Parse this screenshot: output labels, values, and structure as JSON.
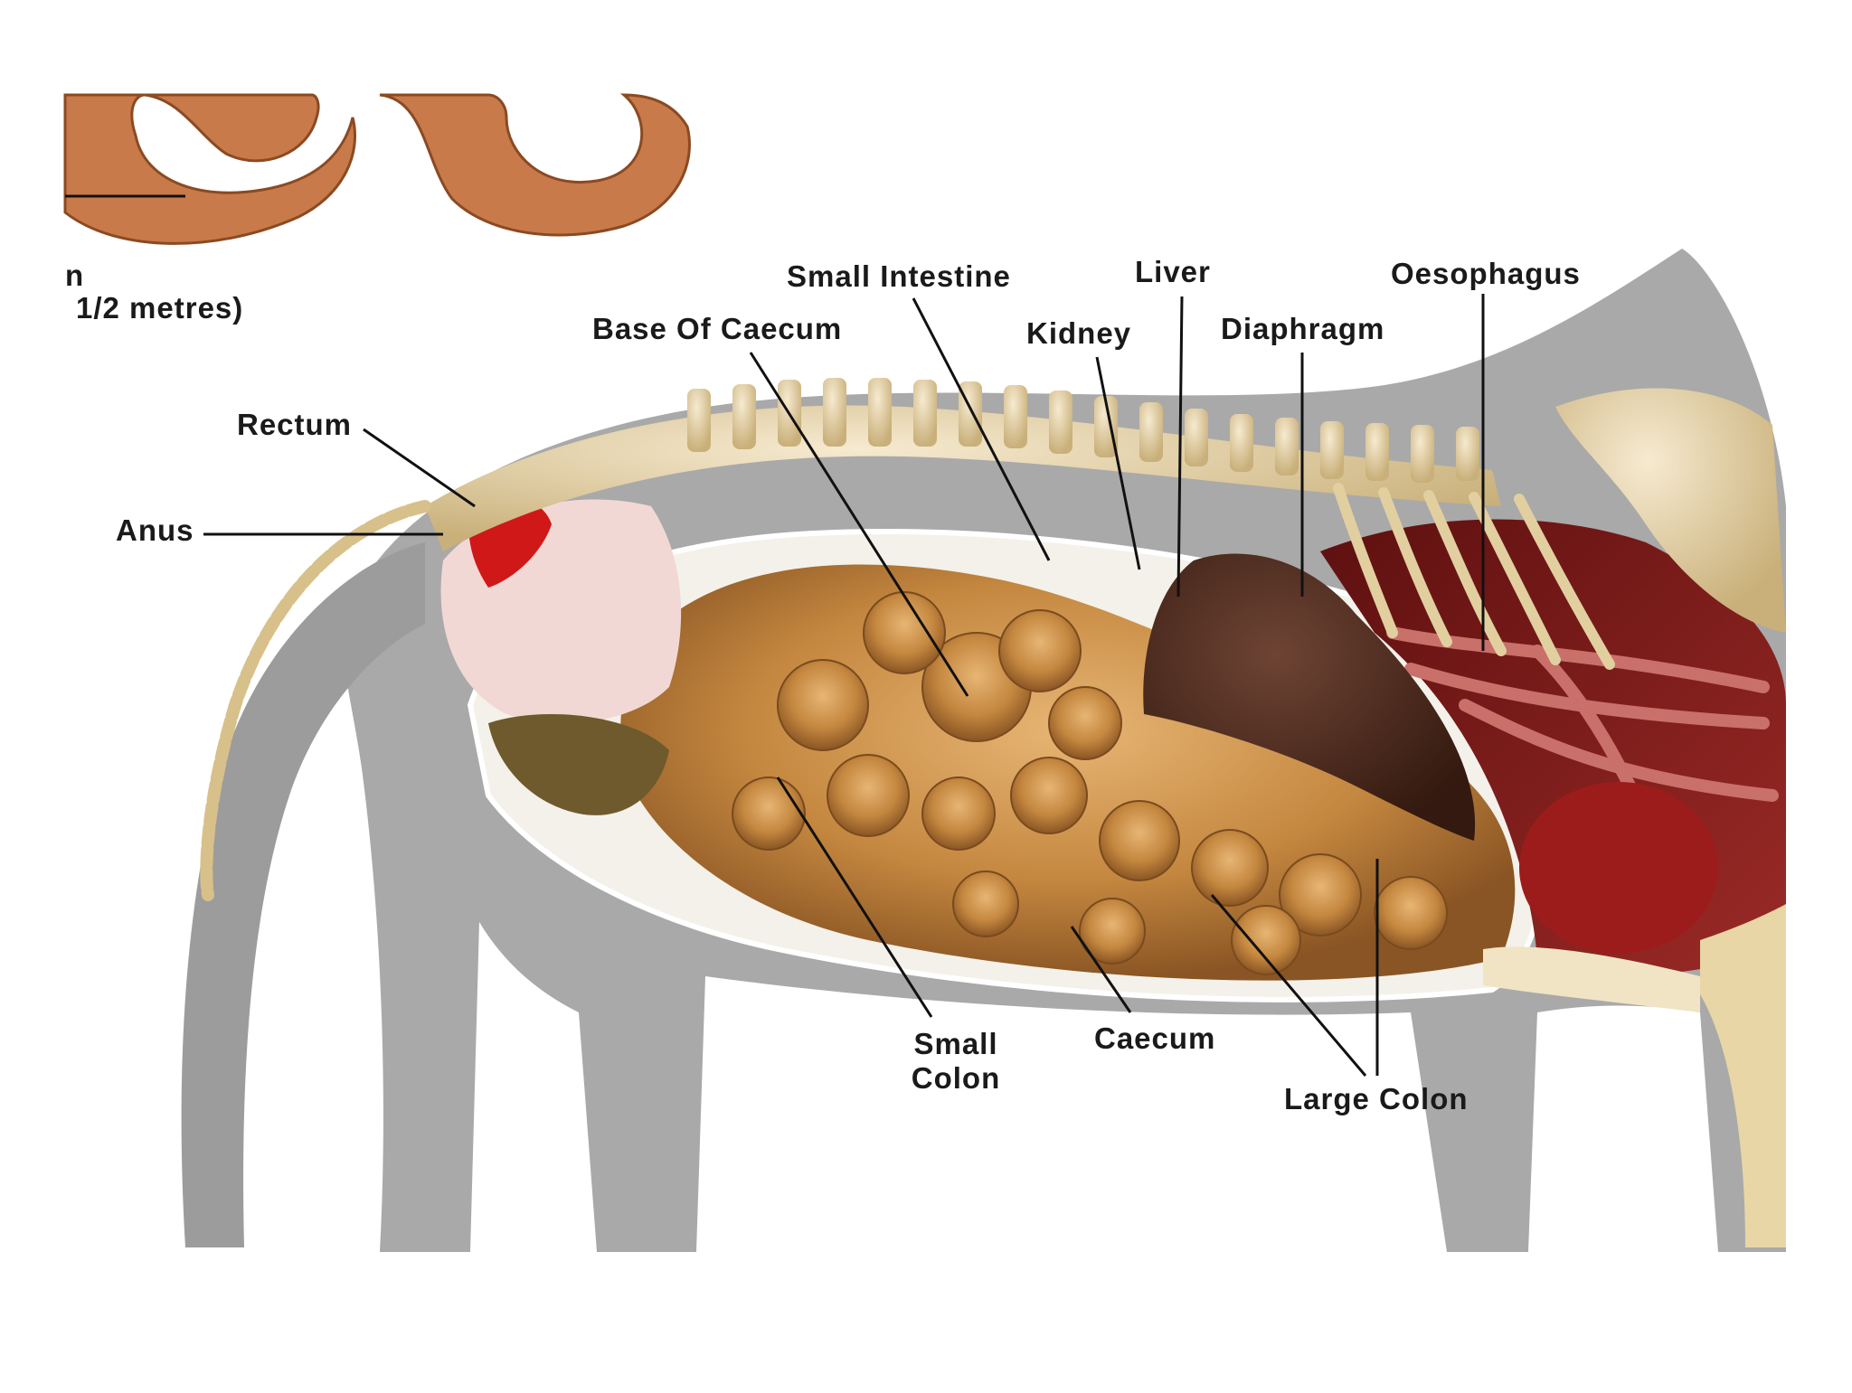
{
  "colors": {
    "silhouette": "#a8a8a8",
    "intestine": "#c98a4a",
    "liver": "#4a2a1e",
    "bone": "#e6d3a0",
    "thorax": "#7a1a1a",
    "blood_red": "#d01818"
  },
  "corner_caption": {
    "line1": "n",
    "line2": "1/2 metres)"
  },
  "labels": {
    "small_intestine": "Small Intestine",
    "liver": "Liver",
    "oesophagus": "Oesophagus",
    "base_of_caecum": "Base Of Caecum",
    "kidney": "Kidney",
    "diaphragm": "Diaphragm",
    "rectum": "Rectum",
    "anus": "Anus",
    "small_colon_line1": "Small",
    "small_colon_line2": "Colon",
    "caecum": "Caecum",
    "large_colon": "Large Colon"
  }
}
